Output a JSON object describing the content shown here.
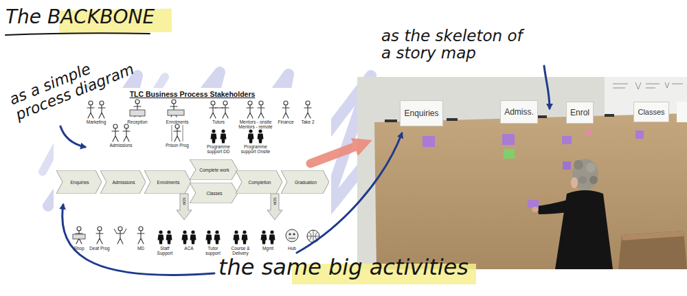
{
  "diagram": {
    "title": "The BACKBONE",
    "nodes": [
      {
        "text": [
          "TLC Business Process Stakeholders"
        ]
      },
      {
        "text": [
          "Enquiries"
        ],
        "in": 0
      },
      {
        "text": [
          "Admissions"
        ],
        "in": 0
      },
      {
        "text": [
          "Enrolments"
        ],
        "in": 0
      },
      {
        "text": [
          "Complete work"
        ],
        "in": 0
      },
      {
        "text": [
          "Classes"
        ],
        "in": 0
      },
      {
        "text": [
          "Completion"
        ],
        "in": 0
      },
      {
        "text": [
          "Graduation"
        ],
        "in": 0
      },
      {
        "text": [
          "Enquiries"
        ]
      },
      {
        "text": [
          "Admiss."
        ]
      },
      {
        "text": [
          "Enrol"
        ]
      },
      {
        "text": [
          "Classes"
        ]
      }
    ],
    "labels": [
      "as a simple process diagram",
      "as the skeleton of a story map",
      "the same big activities",
      "Marketing",
      "Reception",
      "Enrolments",
      "Tutors",
      "Mentors - onsite",
      "Mentors - remote",
      "Finance",
      "Take 2",
      "Admissions",
      "Prison Prog",
      "Programme support DD",
      "Programme support Onsite",
      "SDR",
      "SDR",
      "Shop",
      "Deaf Prog",
      "MD",
      "Staff Support",
      "ACA",
      "Tutor support",
      "Course & Delivery",
      "Mgmt",
      "Hub"
    ]
  }
}
